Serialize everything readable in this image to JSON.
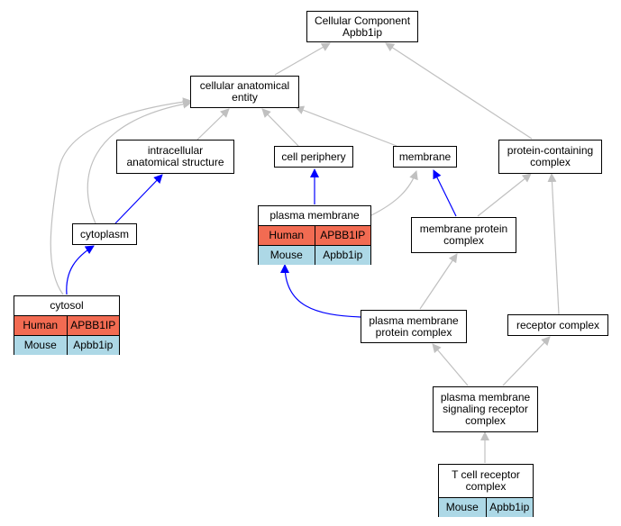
{
  "colors": {
    "gray_edge": "#c0c0c0",
    "blue_edge": "#0000ff",
    "human": "#f26b52",
    "mouse": "#add8e6"
  },
  "nodes": {
    "root": {
      "lines": [
        "Cellular Component",
        "Apbb1ip"
      ]
    },
    "cae": {
      "lines": [
        "cellular anatomical",
        "entity"
      ]
    },
    "ias": {
      "lines": [
        "intracellular",
        "anatomical structure"
      ]
    },
    "cp": {
      "lines": [
        "cell periphery"
      ]
    },
    "mem": {
      "lines": [
        "membrane"
      ]
    },
    "pcc": {
      "lines": [
        "protein-containing",
        "complex"
      ]
    },
    "cyto": {
      "lines": [
        "cytoplasm"
      ]
    },
    "mpc": {
      "lines": [
        "membrane protein",
        "complex"
      ]
    },
    "pmpc": {
      "lines": [
        "plasma membrane",
        "protein complex"
      ]
    },
    "rc": {
      "lines": [
        "receptor complex"
      ]
    },
    "pmsrc": {
      "lines": [
        "plasma membrane",
        "signaling receptor",
        "complex"
      ]
    }
  },
  "tables": {
    "cytosol": {
      "title": "cytosol",
      "human_label": "Human",
      "human_gene": "APBB1IP",
      "mouse_label": "Mouse",
      "mouse_gene": "Apbb1ip"
    },
    "pm": {
      "title": "plasma membrane",
      "human_label": "Human",
      "human_gene": "APBB1IP",
      "mouse_label": "Mouse",
      "mouse_gene": "Apbb1ip"
    },
    "tcr": {
      "title_lines": [
        "T cell receptor",
        "complex"
      ],
      "mouse_label": "Mouse",
      "mouse_gene": "Apbb1ip"
    }
  }
}
